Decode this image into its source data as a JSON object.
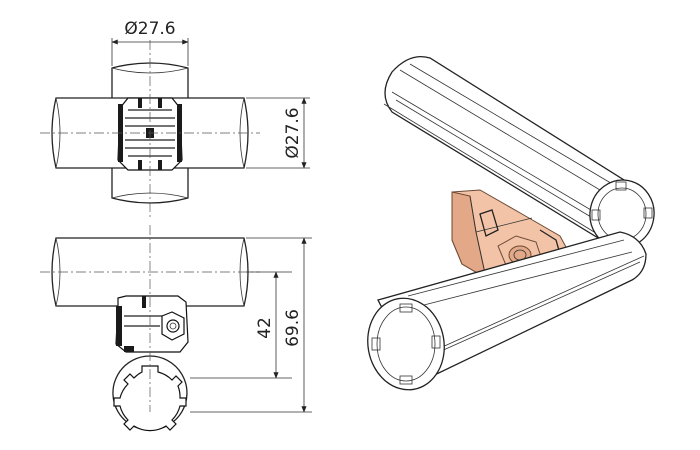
{
  "dimensions": {
    "top_view_width": "Ø27.6",
    "top_view_height": "Ø27.6",
    "side_view_center": "42",
    "side_view_overall": "69.6"
  },
  "colors": {
    "line": "#222222",
    "joint_fill": "#f2c3a6",
    "joint_shade": "#e3a887"
  }
}
